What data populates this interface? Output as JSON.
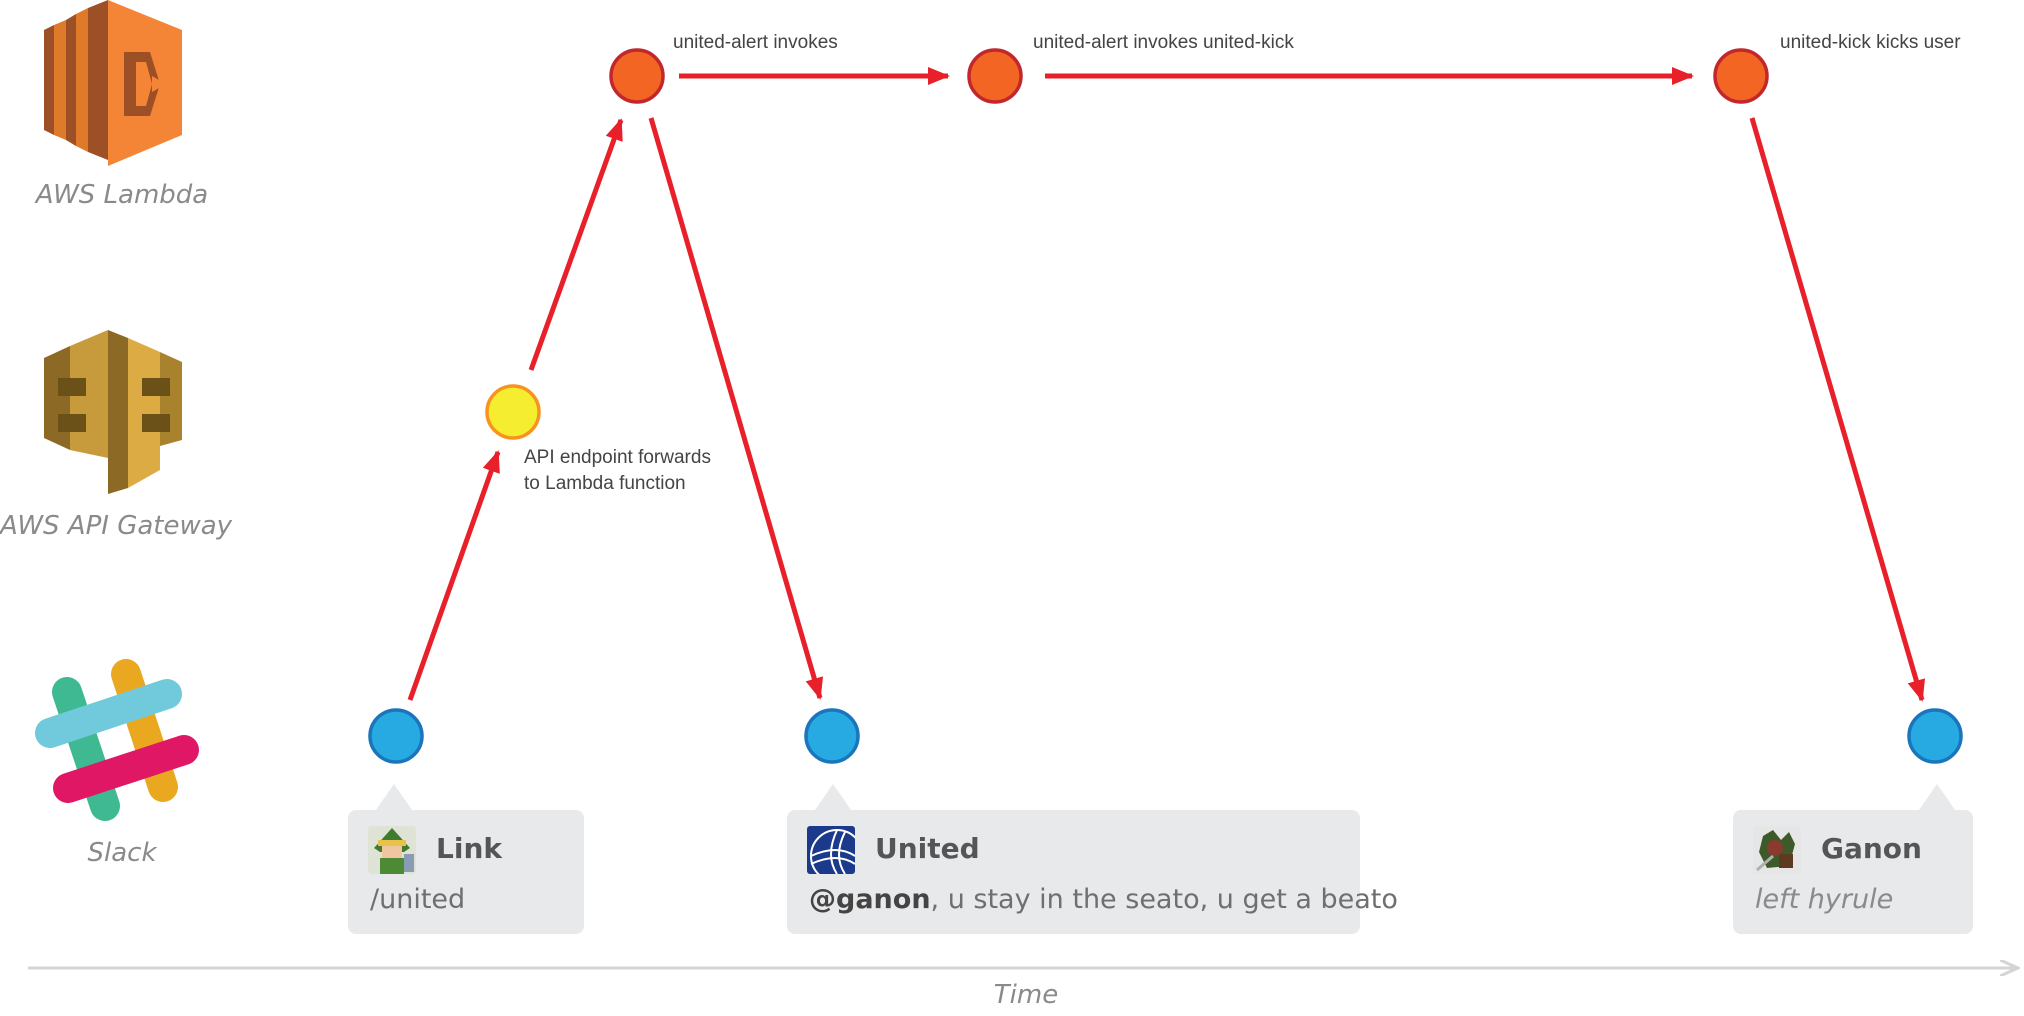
{
  "rows": {
    "lambda": "AWS Lambda",
    "gateway": "AWS API Gateway",
    "slack": "Slack"
  },
  "annotations": {
    "gateway_note_line1": "API endpoint forwards",
    "gateway_note_line2": "to Lambda function",
    "alert_invokes": "united-alert invokes",
    "alert_invokes_kick": "united-alert invokes united-kick",
    "kick_kicks_user": "united-kick kicks user"
  },
  "messages": {
    "link": {
      "name": "Link",
      "text": "/united"
    },
    "united": {
      "name": "United",
      "mention": "@ganon",
      "text": ", u stay in the seato, u get a beato"
    },
    "ganon": {
      "name": "Ganon",
      "text": "left hyrule"
    }
  },
  "axis": {
    "label": "Time"
  },
  "colors": {
    "arrow": "#e8202a",
    "lambda_node": "#f26522",
    "lambda_node_border": "#c1272d",
    "gateway_node": "#f5ee30",
    "gateway_node_border": "#f7931e",
    "slack_node": "#27aae1",
    "slack_node_border": "#1b75bc",
    "axis": "#d4d4d4"
  },
  "icons": [
    "aws-lambda-icon",
    "aws-api-gateway-icon",
    "slack-icon",
    "link-avatar",
    "united-avatar",
    "ganon-avatar"
  ]
}
